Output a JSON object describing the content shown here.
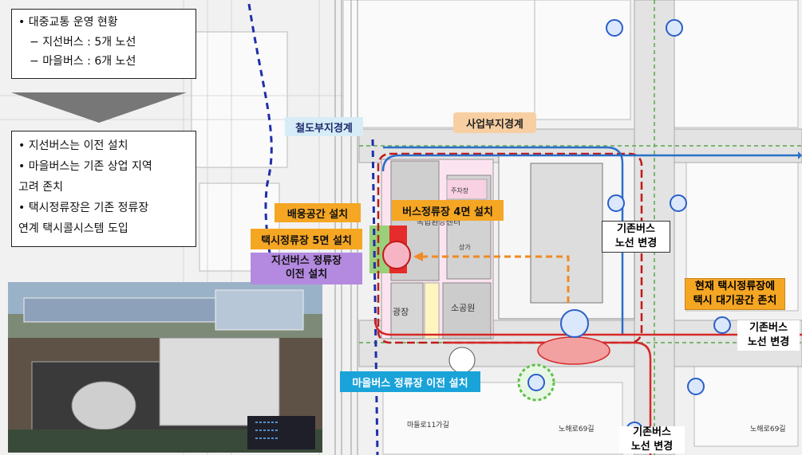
{
  "info_top": {
    "title": "대중교통 운영 현황",
    "line1": "지선버스 : 5개 노선",
    "line2": "마을버스 : 6개 노선"
  },
  "info_bottom": {
    "item1": "지선버스는 이전 설치",
    "item2a": "마을버스는 기존 상업 지역",
    "item2b": "고려 존치",
    "item3a": "택시정류장은 기존 정류장",
    "item3b": "연계 택시콜시스템 도입"
  },
  "labels": {
    "rail_boundary": "철도부지경계",
    "project_boundary": "사업부지경계",
    "loading_space": "배웅공간 설치",
    "bus_stop_4": "버스정류장 4면 설치",
    "taxi_stand_5": "택시정류장 5면 설치",
    "branch_bus_a": "지선버스 정류장",
    "branch_bus_b": "이전 설치",
    "existing_bus_a": "기존버스",
    "existing_bus_b": "노선 변경",
    "taxi_wait_a": "현재 택시정류장에",
    "taxi_wait_b": "택시 대기공간 존치",
    "village_bus": "마을버스 정류장 이전 설치"
  },
  "map_text": {
    "complex_center": "복합환승센터",
    "plaza": "광장",
    "small_park": "소공원",
    "parking": "주차장",
    "shops": "상가",
    "road_a": "마들로11가길",
    "road_b": "노해로69길",
    "road_c": "노해로69길"
  },
  "colors": {
    "orange": "#f5a623",
    "purple": "#b48ae0",
    "cyan": "#1aa3d9",
    "red": "#d62828",
    "blue_route": "#2a6fc9",
    "navy_dash": "#1f2fa8"
  }
}
